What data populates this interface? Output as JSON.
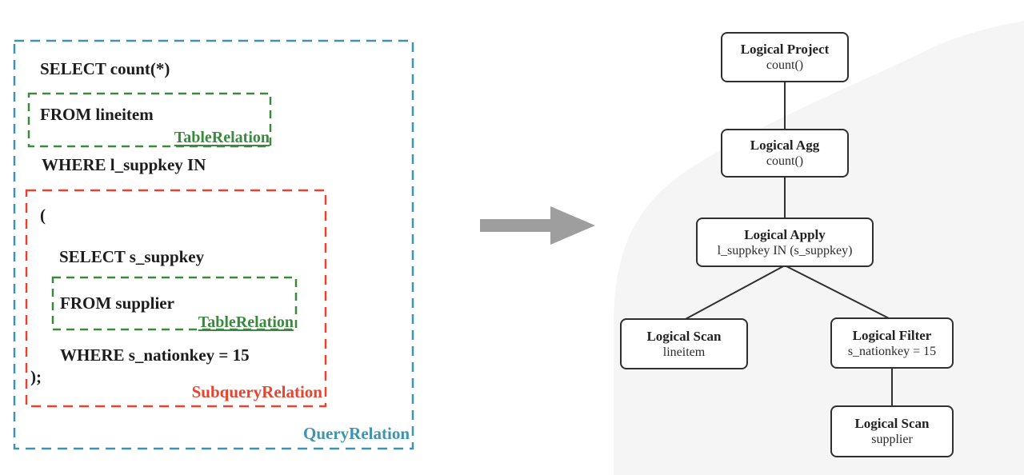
{
  "sql": {
    "lines": {
      "select": "SELECT count(*)",
      "from_lineitem": "FROM lineitem",
      "where_in": "WHERE l_suppkey IN",
      "open_paren": "(",
      "select_sub": "SELECT s_suppkey",
      "from_supplier": "FROM supplier",
      "where_sub": "WHERE s_nationkey = 15",
      "close_paren": ");"
    },
    "labels": {
      "table_relation_1": "TableRelation",
      "table_relation_2": "TableRelation",
      "subquery_relation": "SubqueryRelation",
      "query_relation": "QueryRelation"
    }
  },
  "arrow": {
    "icon": "arrow-right-icon",
    "color": "#9e9e9e"
  },
  "plan": {
    "nodes": [
      {
        "title": "Logical Project",
        "subtitle": "count()"
      },
      {
        "title": "Logical Agg",
        "subtitle": "count()"
      },
      {
        "title": "Logical Apply",
        "subtitle": "l_suppkey IN (s_suppkey)"
      },
      {
        "title": "Logical Scan",
        "subtitle": "lineitem"
      },
      {
        "title": "Logical Filter",
        "subtitle": "s_nationkey = 15"
      },
      {
        "title": "Logical Scan",
        "subtitle": "supplier"
      }
    ]
  },
  "colors": {
    "query_relation_border": "#3f93ae",
    "table_relation_border": "#3a8a3e",
    "subquery_relation_border": "#e8432f",
    "plan_box_border": "#2f2f2f",
    "background_blob": "#f5f5f6",
    "arrow_gray": "#9e9e9e",
    "sql_text": "#1c1c1c"
  }
}
